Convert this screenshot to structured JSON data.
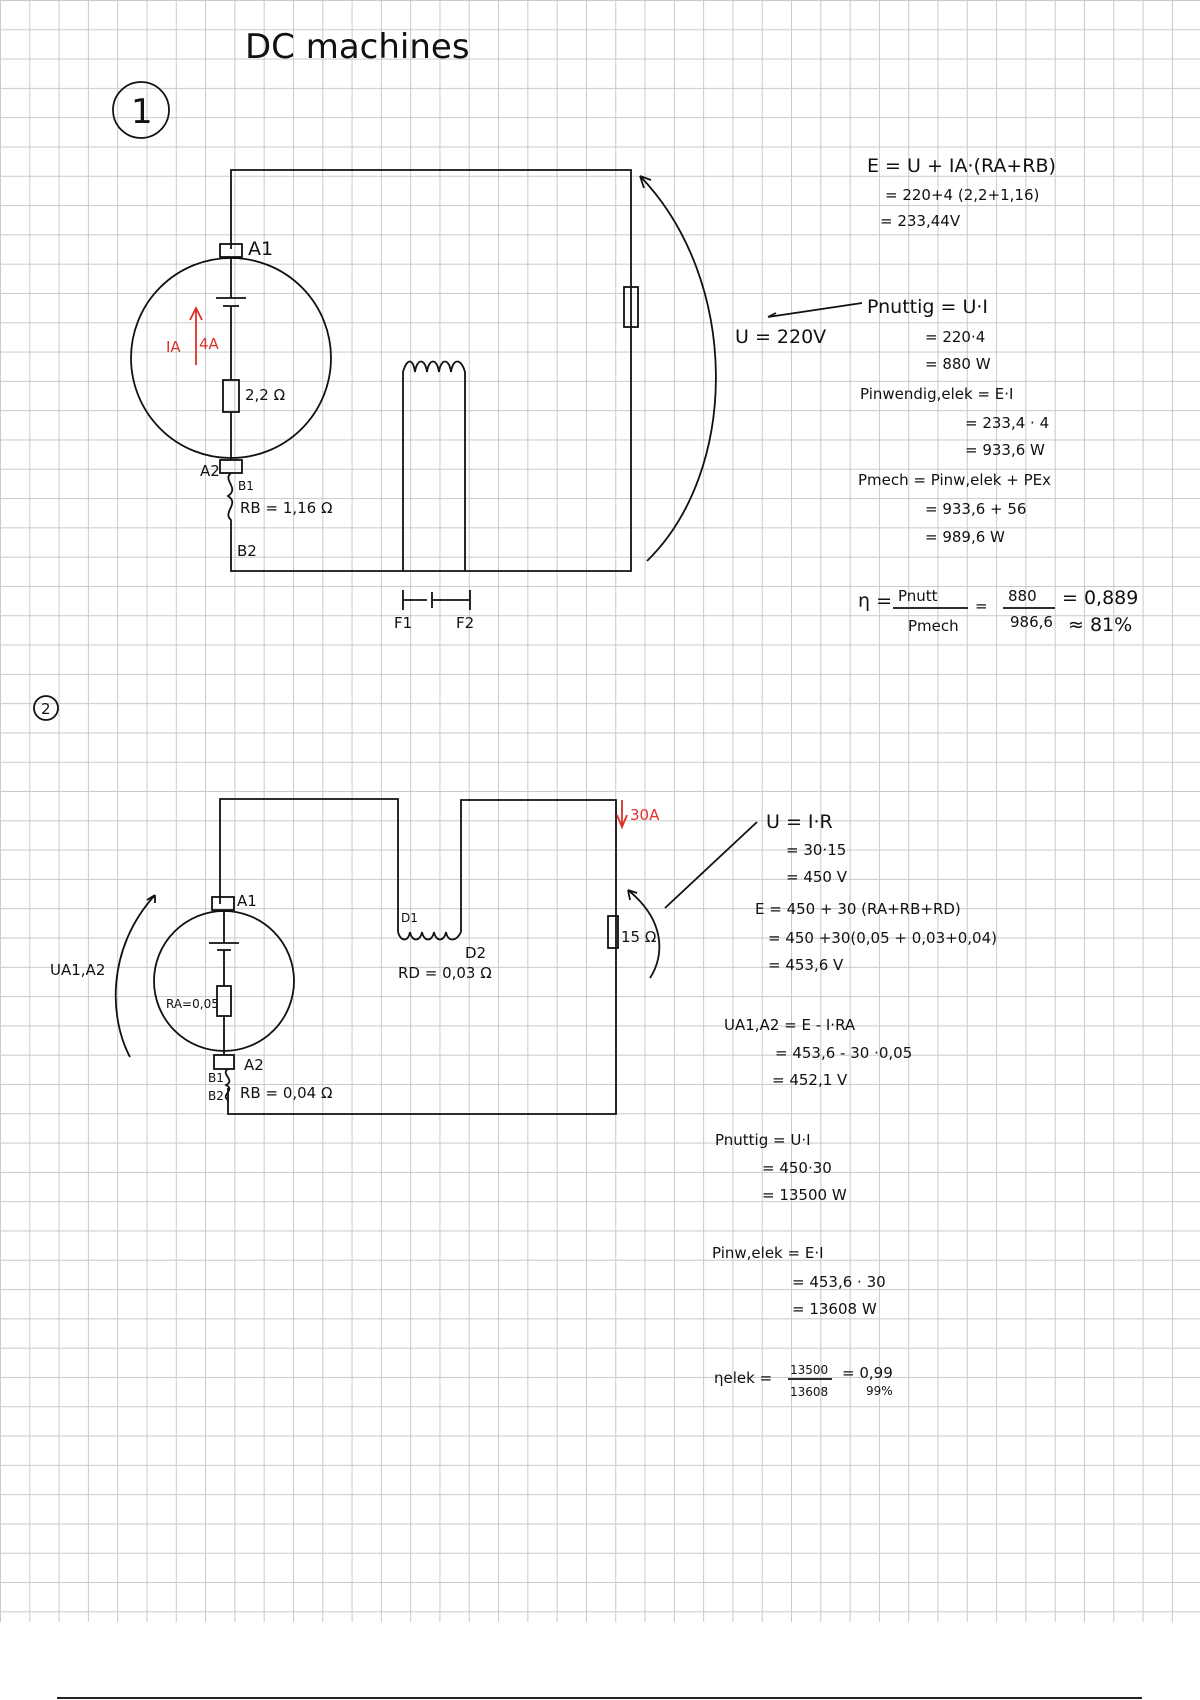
{
  "title": "DC machines",
  "exercise1": {
    "number": "1",
    "labels": {
      "a1": "A1",
      "a2": "A2",
      "b1": "B1",
      "b2": "B2",
      "ia": "IA",
      "ia_value": "4A",
      "ra": "2,2 Ω",
      "rb": "RB = 1,16 Ω",
      "f1": "F1",
      "f2": "F2",
      "u": "U = 220V"
    },
    "equations": [
      "E = U + IA·(RA+RB)",
      "= 220+4 (2,2+1,16)",
      "= 233,44V",
      "Pnuttig = U·I",
      "= 220·4",
      "= 880 W",
      "Pinwendig,elek = E·I",
      "= 233,4 · 4",
      "= 933,6 W",
      "Pmech = Pinw,elek + PEx",
      "= 933,6 + 56",
      "= 989,6 W"
    ],
    "efficiency": {
      "symbol": "η =",
      "num": "Pnutt",
      "den": "Pmech",
      "num_val": "880",
      "den_val": "986,6",
      "result": "= 0,889",
      "percent": "≈ 81%"
    }
  },
  "exercise2": {
    "number": "2",
    "labels": {
      "a1": "A1",
      "a2": "A2",
      "b1": "B1",
      "b2": "B2",
      "ra": "RA=0,05",
      "rb": "RB = 0,04 Ω",
      "d1": "D1",
      "d2": "D2",
      "rd": "RD = 0,03 Ω",
      "r_load": "15 Ω",
      "current": "30A",
      "u_a1a2": "UA1,A2"
    },
    "equations": [
      "U = I·R",
      "= 30·15",
      "= 450 V",
      "E = 450 + 30 (RA+RB+RD)",
      "= 450 +30(0,05 + 0,03+0,04)",
      "= 453,6 V",
      "UA1,A2 = E - I·RA",
      "= 453,6 - 30 ·0,05",
      "= 452,1 V",
      "Pnuttig = U·I",
      "= 450·30",
      "= 13500 W",
      "Pinw,elek = E·I",
      "= 453,6 · 30",
      "= 13608 W"
    ],
    "efficiency": {
      "symbol": "ηelek =",
      "num": "13500",
      "den": "13608",
      "result": "= 0,99",
      "percent": "99%"
    }
  }
}
